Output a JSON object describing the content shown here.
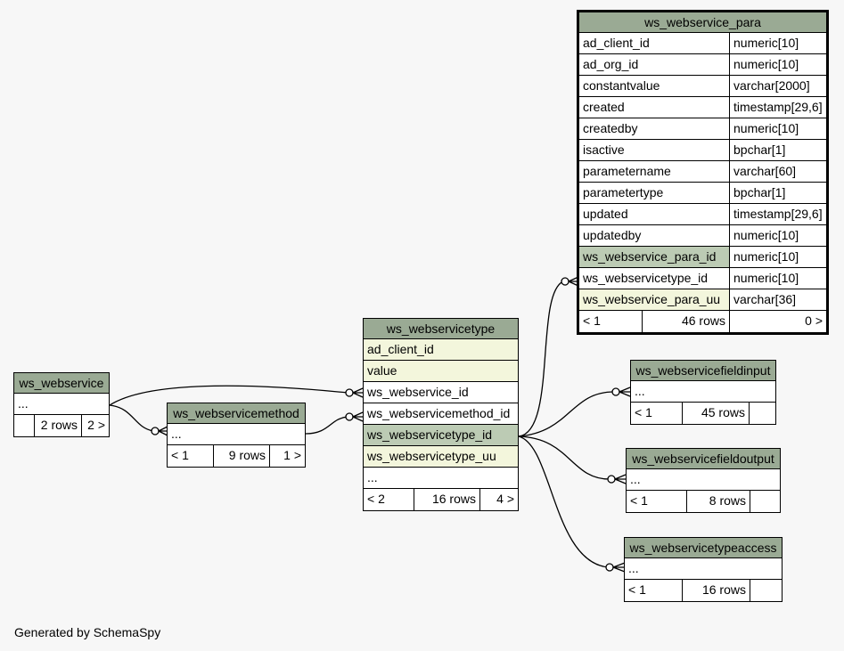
{
  "tables": {
    "ws_webservice_para": {
      "name": "ws_webservice_para",
      "columns": [
        {
          "name": "ad_client_id",
          "type": "numeric[10]"
        },
        {
          "name": "ad_org_id",
          "type": "numeric[10]"
        },
        {
          "name": "constantvalue",
          "type": "varchar[2000]"
        },
        {
          "name": "created",
          "type": "timestamp[29,6]"
        },
        {
          "name": "createdby",
          "type": "numeric[10]"
        },
        {
          "name": "isactive",
          "type": "bpchar[1]"
        },
        {
          "name": "parametername",
          "type": "varchar[60]"
        },
        {
          "name": "parametertype",
          "type": "bpchar[1]"
        },
        {
          "name": "updated",
          "type": "timestamp[29,6]"
        },
        {
          "name": "updatedby",
          "type": "numeric[10]"
        },
        {
          "name": "ws_webservice_para_id",
          "type": "numeric[10]"
        },
        {
          "name": "ws_webservicetype_id",
          "type": "numeric[10]"
        },
        {
          "name": "ws_webservice_para_uu",
          "type": "varchar[36]"
        }
      ],
      "footer": {
        "parents": "< 1",
        "rows": "46 rows",
        "children": "0 >"
      }
    },
    "ws_webservicetype": {
      "name": "ws_webservicetype",
      "columns": [
        "ad_client_id",
        "value",
        "ws_webservice_id",
        "ws_webservicemethod_id",
        "ws_webservicetype_id",
        "ws_webservicetype_uu",
        "..."
      ],
      "footer": {
        "parents": "< 2",
        "rows": "16 rows",
        "children": "4 >"
      }
    },
    "ws_webservice": {
      "name": "ws_webservice",
      "columns": [
        "..."
      ],
      "footer": {
        "parents": "",
        "rows": "2 rows",
        "children": "2 >"
      }
    },
    "ws_webservicemethod": {
      "name": "ws_webservicemethod",
      "columns": [
        "..."
      ],
      "footer": {
        "parents": "< 1",
        "rows": "9 rows",
        "children": "1 >"
      }
    },
    "ws_webservicefieldinput": {
      "name": "ws_webservicefieldinput",
      "columns": [
        "..."
      ],
      "footer": {
        "parents": "< 1",
        "rows": "45 rows",
        "children": ""
      }
    },
    "ws_webservicefieldoutput": {
      "name": "ws_webservicefieldoutput",
      "columns": [
        "..."
      ],
      "footer": {
        "parents": "< 1",
        "rows": "8 rows",
        "children": ""
      }
    },
    "ws_webservicetypeaccess": {
      "name": "ws_webservicetypeaccess",
      "columns": [
        "..."
      ],
      "footer": {
        "parents": "< 1",
        "rows": "16 rows",
        "children": ""
      }
    }
  },
  "generated_by": "Generated by SchemaSpy",
  "colors": {
    "header": "#9aaa94",
    "primary_key": "#bccbb4",
    "indexed": "#f3f6dc",
    "background": "#f7f7f7"
  }
}
